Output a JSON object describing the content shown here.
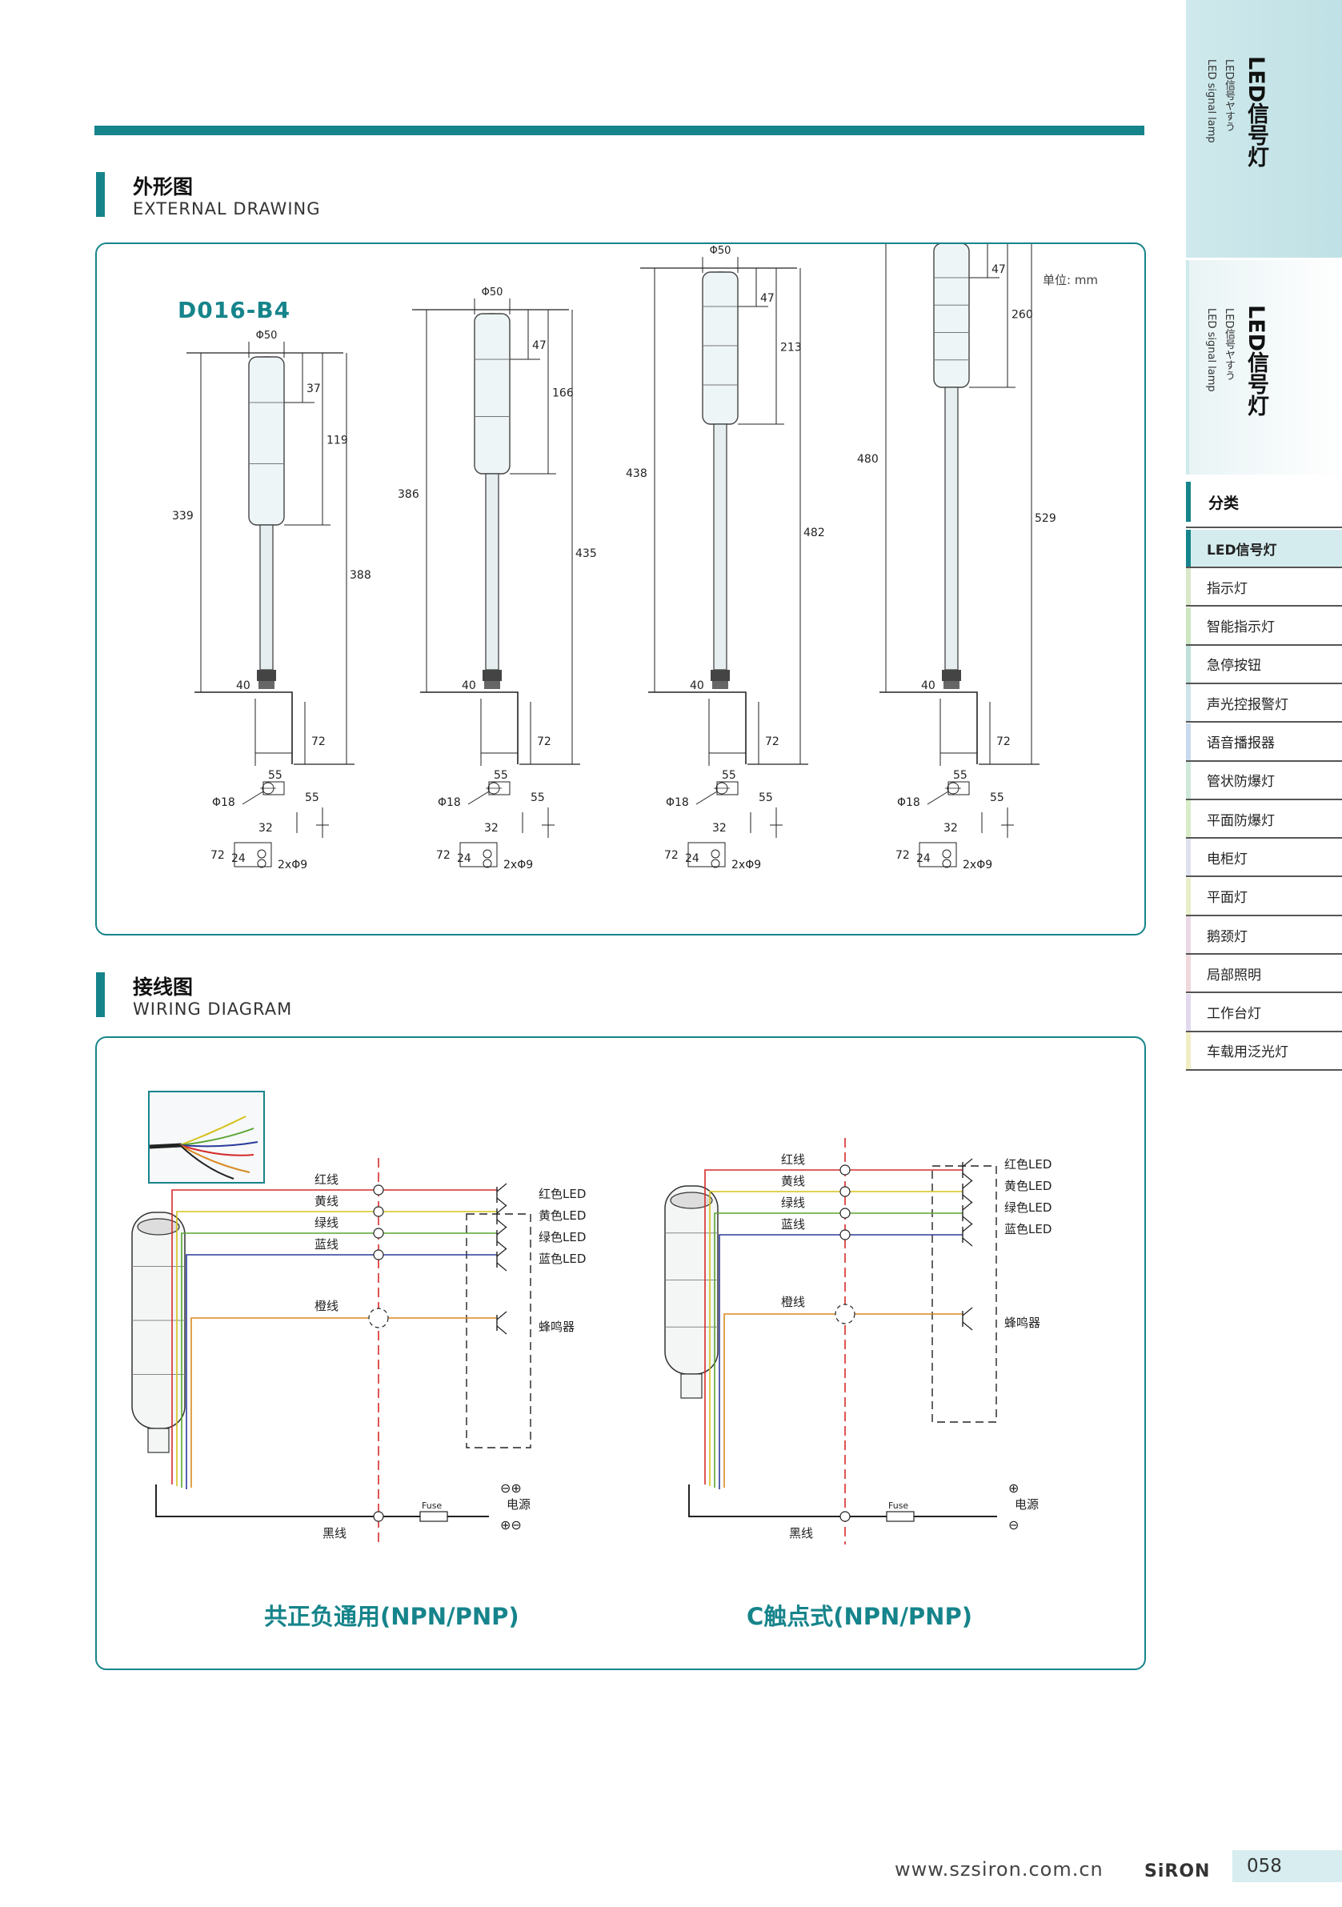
{
  "sections": {
    "external": {
      "title_cn": "外形图",
      "title_en": "EXTERNAL DRAWING"
    },
    "wiring": {
      "title_cn": "接线图",
      "title_en": "WIRING DIAGRAM"
    }
  },
  "drawing": {
    "model": "D016-B4",
    "unit": "单位: mm",
    "lamps": [
      {
        "dia": "Φ50",
        "head": "37",
        "top": "119",
        "total_left": "339",
        "total_right": "388",
        "bracket": "40",
        "base_w": "55",
        "base_h": "72"
      },
      {
        "dia": "Φ50",
        "head": "47",
        "top": "166",
        "total_left": "386",
        "total_right": "435",
        "bracket": "40",
        "base_w": "55",
        "base_h": "72"
      },
      {
        "dia": "Φ50",
        "head": "47",
        "top": "213",
        "total_left": "438",
        "total_right": "482",
        "bracket": "40",
        "base_w": "55",
        "base_h": "72"
      },
      {
        "dia": "Φ50",
        "head": "47",
        "top": "260",
        "total_left": "480",
        "total_right": "529",
        "bracket": "40",
        "base_w": "55",
        "base_h": "72"
      }
    ],
    "mount": {
      "hole": "Φ18",
      "w": "55",
      "a": "32",
      "h": "72",
      "b": "24",
      "holes": "2xΦ9"
    }
  },
  "wiring": {
    "left": {
      "caption": "共正负通用(NPN/PNP)",
      "wires": [
        "红线",
        "黄线",
        "绿线",
        "蓝线",
        "橙线",
        "黑线"
      ],
      "outputs": [
        "红色LED",
        "黄色LED",
        "绿色LED",
        "蓝色LED",
        "蜂鸣器"
      ],
      "fuse": "Fuse",
      "power": "电源",
      "pos": "⊖⊕",
      "neg": "⊕⊖"
    },
    "right": {
      "caption": "C触点式(NPN/PNP)",
      "wires": [
        "红线",
        "黄线",
        "绿线",
        "蓝线",
        "橙线",
        "黑线"
      ],
      "outputs": [
        "红色LED",
        "黄色LED",
        "绿色LED",
        "蓝色LED",
        "蜂鸣器"
      ],
      "fuse": "Fuse",
      "power": "电源",
      "pos": "⊕",
      "neg": "⊖"
    },
    "wire_colors": {
      "red": "#d62b2b",
      "yellow": "#d6c21a",
      "green": "#5aa532",
      "blue": "#2b3a9c",
      "orange": "#d88a22",
      "black": "#222222"
    }
  },
  "sidebar": {
    "tab1": {
      "cn": "LED信号灯",
      "jp": "LED信号ヤすう",
      "en": "LED signal lamp"
    },
    "tab2": {
      "cn": "LED信号灯",
      "jp": "LED信号ヤすう",
      "en": "LED signal lamp"
    },
    "heading": "分类",
    "items": [
      {
        "label": "LED信号灯",
        "color": "#16848b",
        "active": true
      },
      {
        "label": "指示灯",
        "color": "#d9e8c8"
      },
      {
        "label": "智能指示灯",
        "color": "#cde6c0"
      },
      {
        "label": "急停按钮",
        "color": "#bfe0d8"
      },
      {
        "label": "声光控报警灯",
        "color": "#cfe3ea"
      },
      {
        "label": "语音播报器",
        "color": "#c9d9ee"
      },
      {
        "label": "管状防爆灯",
        "color": "#cfe8d9"
      },
      {
        "label": "平面防爆灯",
        "color": "#d9ecc8"
      },
      {
        "label": "电柜灯",
        "color": "#dfe2ee"
      },
      {
        "label": "平面灯",
        "color": "#e8efc8"
      },
      {
        "label": "鹅颈灯",
        "color": "#ead9e4"
      },
      {
        "label": "局部照明",
        "color": "#f0d9dc"
      },
      {
        "label": "工作台灯",
        "color": "#e3d9ee"
      },
      {
        "label": "车载用泛光灯",
        "color": "#f2eec4"
      }
    ]
  },
  "footer": {
    "url": "www.szsiron.com.cn",
    "brand": "SiRON",
    "page": "058"
  }
}
